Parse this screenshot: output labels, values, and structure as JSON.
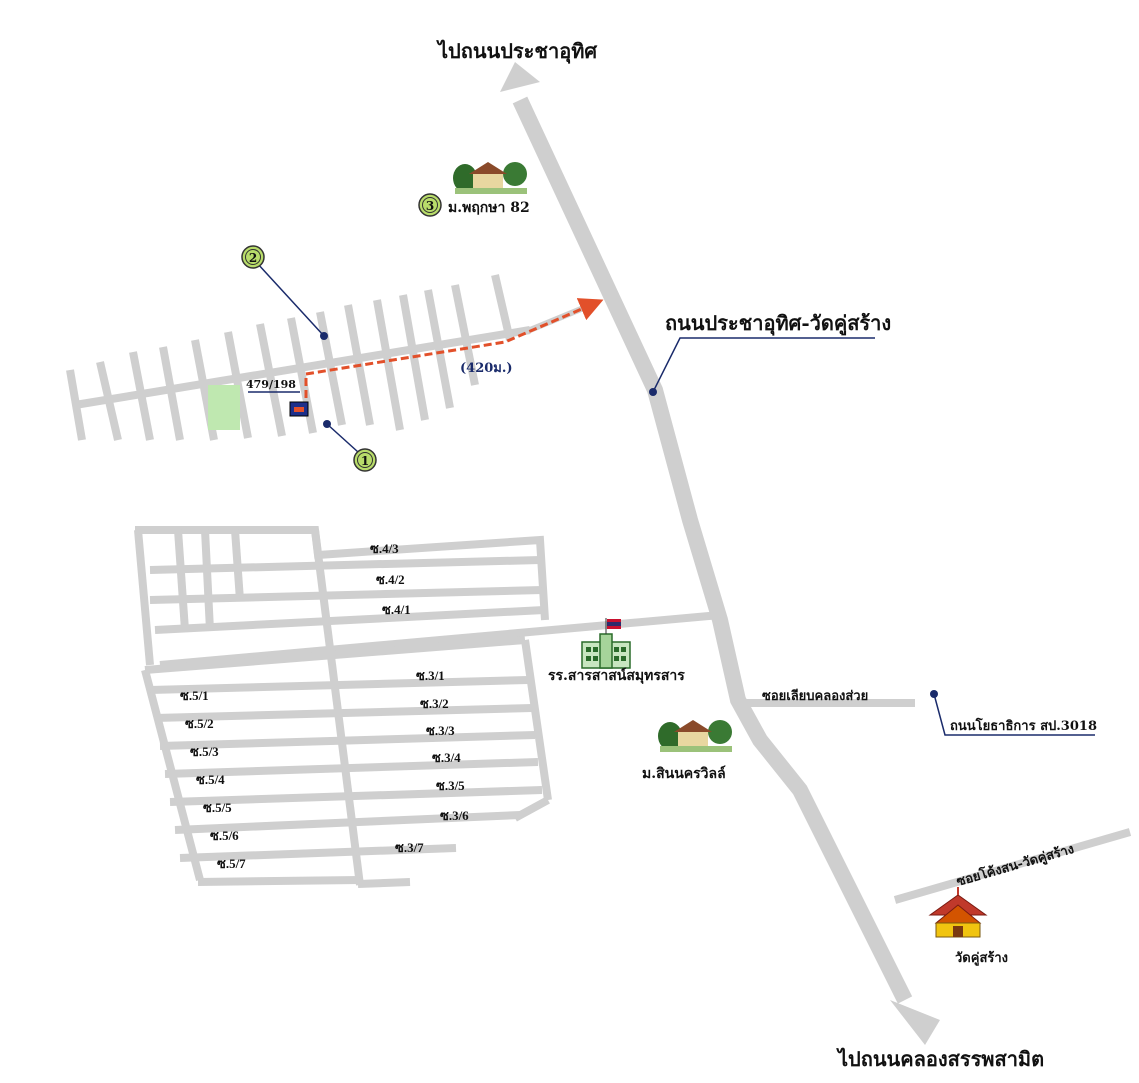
{
  "labels": {
    "north_direction": "ไปถนนประชาอุทิศ",
    "south_direction": "ไปถนนคลองสรรพสามิต",
    "main_road": "ถนนประชาอุทิศ-วัดคู่สร้าง",
    "distance": "(420ม.)",
    "house_number": "479/198",
    "village_pruksa": "ม.พฤกษา 82",
    "school": "รร.สารสาสน์สมุทรสาร",
    "soi_liap_khlong": "ซอยเลียบคลองส่วย",
    "road_yotha": "ถนนโยธาธิการ สป.3018",
    "village_sinakorn": "ม.สินนครวิลล์",
    "soi_khong_son": "ซอยโค้งสน-วัดคู่สร้าง",
    "temple": "วัดคู่สร้าง"
  },
  "markers": [
    "1",
    "2",
    "3"
  ],
  "soi_4": [
    "ซ.4/3",
    "ซ.4/2",
    "ซ.4/1"
  ],
  "soi_3": [
    "ซ.3/1",
    "ซ.3/2",
    "ซ.3/3",
    "ซ.3/4",
    "ซ.3/5",
    "ซ.3/6",
    "ซ.3/7"
  ],
  "soi_5": [
    "ซ.5/1",
    "ซ.5/2",
    "ซ.5/3",
    "ซ.5/4",
    "ซ.5/5",
    "ซ.5/6",
    "ซ.5/7"
  ],
  "colors": {
    "road": "#cfcfcf",
    "route": "#e2502a",
    "leader": "#1a2b6b",
    "marker": "#b8dc6a",
    "park": "#bfe8b0"
  },
  "icons": [
    "house-icon",
    "school-icon",
    "temple-icon",
    "flag-icon"
  ]
}
